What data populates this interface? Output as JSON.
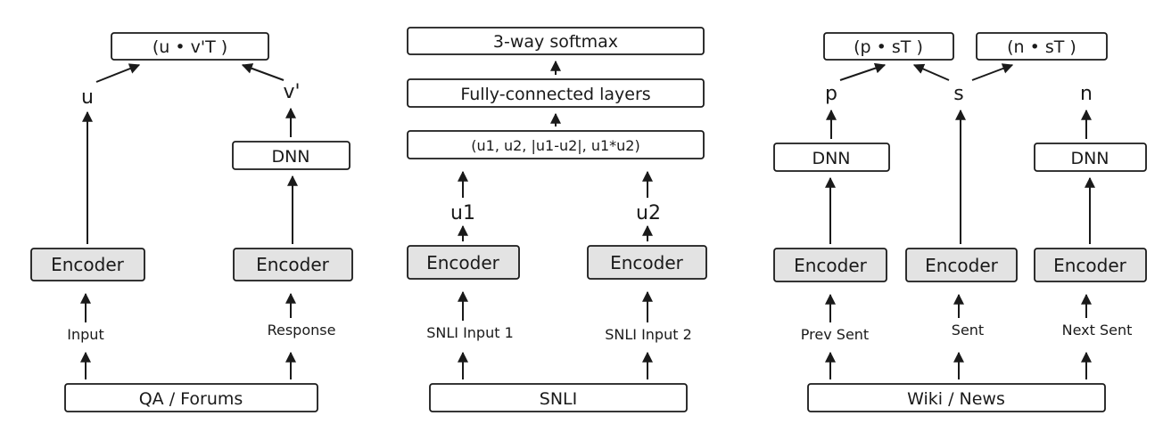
{
  "colors": {
    "stroke": "#1a1a1a",
    "encoder_fill": "#e3e3e3",
    "box_fill": "#ffffff"
  },
  "panels": [
    {
      "source": "QA / Forums",
      "inputs": [
        "Input",
        "Response"
      ],
      "encoder_label": "Encoder",
      "dnn_label": "DNN",
      "vectors": [
        "u",
        "v'"
      ],
      "score": "(u • v'T )"
    },
    {
      "source": "SNLI",
      "inputs": [
        "SNLI Input 1",
        "SNLI Input 2"
      ],
      "encoder_label": "Encoder",
      "vectors": [
        "u1",
        "u2"
      ],
      "concat": "(u1, u2, |u1-u2|, u1*u2)",
      "fc": "Fully-connected layers",
      "softmax": "3-way softmax"
    },
    {
      "source": "Wiki / News",
      "inputs": [
        "Prev Sent",
        "Sent",
        "Next Sent"
      ],
      "encoder_label": "Encoder",
      "dnn_label": "DNN",
      "vectors": [
        "p",
        "s",
        "n"
      ],
      "scores": [
        "(p • sT )",
        "(n • sT )"
      ]
    }
  ]
}
